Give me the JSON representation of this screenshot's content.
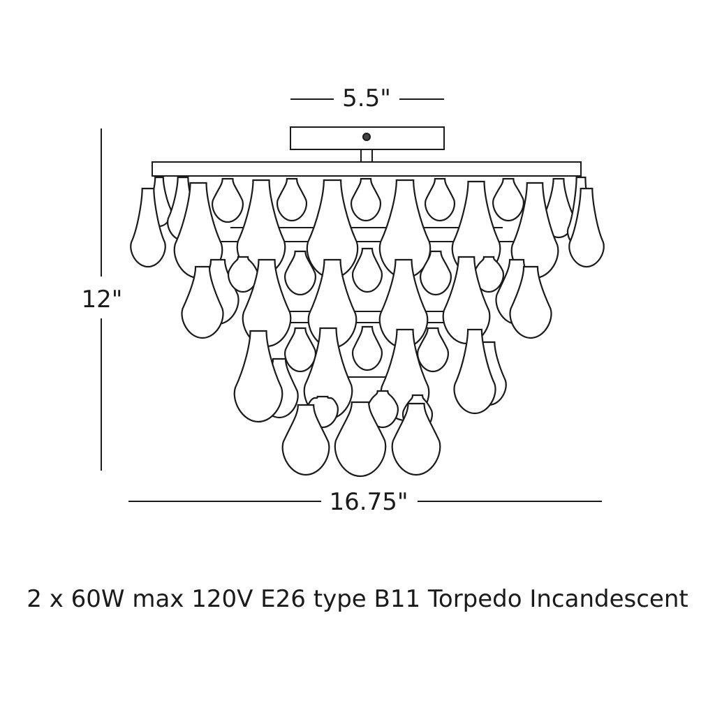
{
  "dimensions": {
    "canopy_width": "5.5\"",
    "height": "12\"",
    "overall_width": "16.75\""
  },
  "spec": {
    "text": "2 x 60W max 120V E26 type B11 Torpedo Incandescent"
  },
  "colors": {
    "line": "#1a1a1a",
    "drop_fill": "#ffffff",
    "background": "#ffffff"
  }
}
